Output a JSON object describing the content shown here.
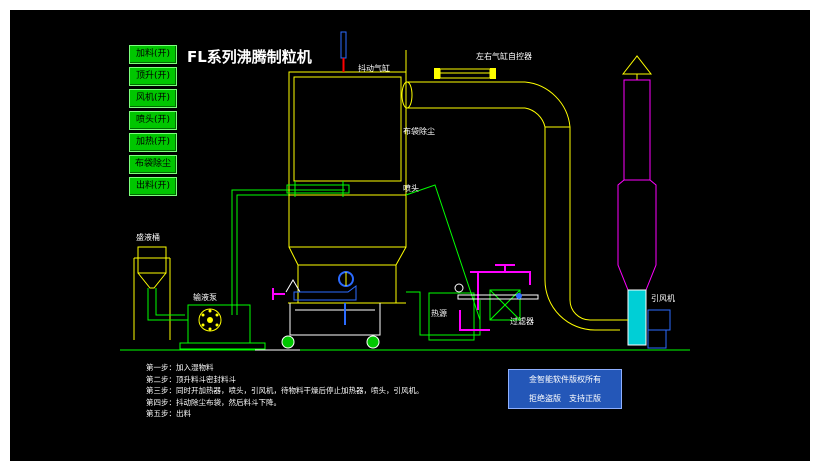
{
  "title": "FL系列沸腾制粒机",
  "buttons": [
    {
      "label": "加料(开)",
      "color": "#00c600"
    },
    {
      "label": "顶升(开)",
      "color": "#00c600"
    },
    {
      "label": "风机(开)",
      "color": "#00c600"
    },
    {
      "label": "喷头(开)",
      "color": "#00c600"
    },
    {
      "label": "加热(开)",
      "color": "#00c600"
    },
    {
      "label": "布袋除尘",
      "color": "#00c600"
    },
    {
      "label": "出料(开)",
      "color": "#00c600"
    }
  ],
  "labels": {
    "shake_cylinder": "抖动气缸",
    "lr_cylinder": "左右气缸自控器",
    "bag_filter": "布袋除尘",
    "spray_head": "喷头",
    "liquid_tank": "盛液桶",
    "liquid_pump": "输液泵",
    "heater": "热源",
    "air_filter": "过滤器",
    "fan": "引风机"
  },
  "steps": [
    "第一步：加入湿物料",
    "第二步：顶升料斗密封料斗",
    "第三步：同时开加热器，喷头，引风机，待物料干燥后停止加热器，喷头，引风机。",
    "第四步：抖动除尘布袋，然后料斗下降。",
    "第五步：出料"
  ],
  "copyright": {
    "line1": "金智能软件版权所有",
    "line2": "拒绝盗版　支持正版"
  },
  "colors": {
    "background": "#000000",
    "equipment_outline": "#ffff00",
    "pipes": "#00ff00",
    "exhaust_stack": "#ff00ff",
    "button": "#00c600",
    "copyright_box": "#2457b8"
  },
  "icons": [
    "chimney-cap-icon",
    "fan-motor-icon",
    "pump-impeller-icon",
    "valve-icon",
    "wheel-icon",
    "pressure-gauge-icon"
  ]
}
